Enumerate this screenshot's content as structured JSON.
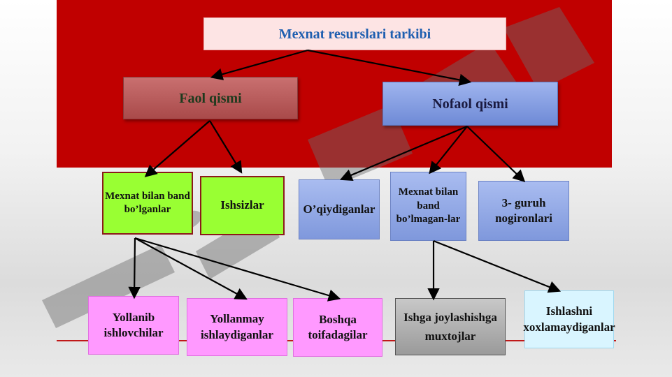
{
  "title": "Mexnat resurslari tarkibi",
  "level1": {
    "faol": "Faol qismi",
    "nofaol": "Nofaol qismi"
  },
  "level2": {
    "band": "Mexnat bilan band bo’lganlar",
    "ishsiz": "Ishsizlar",
    "oqiydigan": "O’qiydiganlar",
    "band_bolmagan": "Mexnat bilan band bo’lmagan-lar",
    "guruh": "3- guruh nogironlari"
  },
  "level3": {
    "yollanib": "Yollanib ishlovchilar",
    "yollanmay": "Yollanmay ishlaydiganlar",
    "boshqa": "Boshqa toifadagilar",
    "ishga": "Ishga joylashishga muxtojlar",
    "ishlashni": "Ishlashni xoxlamaydiganlar"
  },
  "colors": {
    "panel": "#c00000",
    "title_text": "#1f5fb0",
    "green_box": "#99ff33",
    "pink_box": "#ff99ff",
    "blue_box": "#8fa6e4"
  }
}
